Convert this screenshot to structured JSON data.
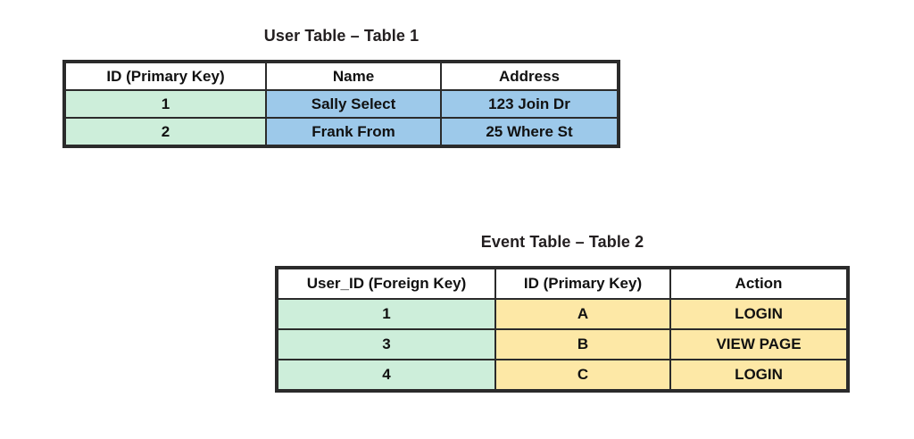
{
  "page": {
    "background_color": "#ffffff",
    "palette": {
      "border": "#2b2b2b",
      "header_fill": "#ffffff",
      "key_green": "#cdeeda",
      "user_blue": "#9dc9ea",
      "event_yellow": "#fde8a6",
      "text": "#111111"
    }
  },
  "tables": [
    {
      "id": "user-table",
      "title": "User Table – Table 1",
      "columns": [
        {
          "label": "ID (Primary Key)",
          "fill": "key_green"
        },
        {
          "label": "Name",
          "fill": "user_blue"
        },
        {
          "label": "Address",
          "fill": "user_blue"
        }
      ],
      "rows": [
        [
          "1",
          "Sally Select",
          "123 Join Dr"
        ],
        [
          "2",
          "Frank From",
          "25 Where St"
        ]
      ]
    },
    {
      "id": "event-table",
      "title": "Event Table – Table 2",
      "columns": [
        {
          "label": "User_ID (Foreign Key)",
          "fill": "key_green"
        },
        {
          "label": "ID (Primary Key)",
          "fill": "event_yellow"
        },
        {
          "label": "Action",
          "fill": "event_yellow"
        }
      ],
      "rows": [
        [
          "1",
          "A",
          "LOGIN"
        ],
        [
          "3",
          "B",
          "VIEW PAGE"
        ],
        [
          "4",
          "C",
          "LOGIN"
        ]
      ]
    }
  ]
}
